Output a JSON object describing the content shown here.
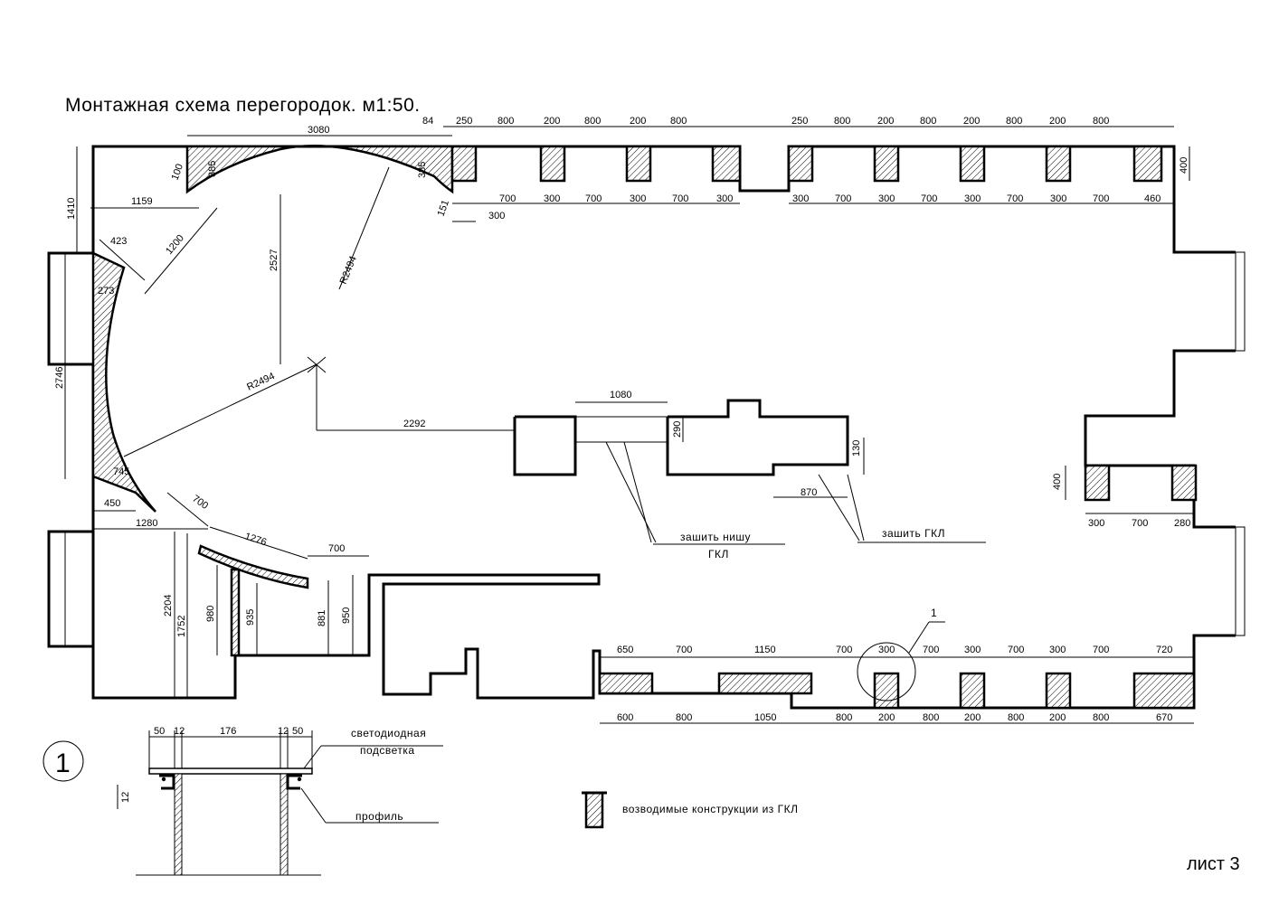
{
  "title": "Монтажная схема перегородок. м1:50.",
  "sheet_label": "лист 3",
  "legend": {
    "text": "возводимые конструкции из ГКЛ"
  },
  "notes": {
    "niche_line1": "зашить нишу",
    "niche_line2": "ГКЛ",
    "gkl": "зашить ГКЛ",
    "led_line1": "светодиодная",
    "led_line2": "подсветка",
    "profile": "профиль",
    "callout_ref": "1",
    "detail_number": "1"
  },
  "dims": {
    "top_left_3080": "3080",
    "top_84": "84",
    "top_250a": "250",
    "top_800a": "800",
    "top_200a": "200",
    "top_800b": "800",
    "top_200b": "200",
    "top_800c": "800",
    "top_250b": "250",
    "top_800d": "800",
    "top_200c": "200",
    "top_800e": "800",
    "top_200d": "200",
    "top_800f": "800",
    "top_200e": "200",
    "top_800g": "800",
    "top_700a": "700",
    "top_300a": "300",
    "top_700b": "700",
    "top_300b": "300",
    "top_700c": "700",
    "top_300c": "300",
    "top_300d": "300",
    "top_300e": "300",
    "top_700d": "700",
    "top_300f": "300",
    "top_700e": "700",
    "top_300g": "300",
    "top_700f": "700",
    "top_300h": "300",
    "top_700g": "700",
    "top_460": "460",
    "right_400": "400",
    "left_1410": "1410",
    "left_1159": "1159",
    "left_100": "100",
    "left_385": "385",
    "left_385b": "385",
    "left_151": "151",
    "left_423": "423",
    "left_1200": "1200",
    "left_273": "273",
    "left_2527": "2527",
    "r_top": "R2494",
    "r_mid": "R2494",
    "left_2746": "2746",
    "left_745": "745",
    "left_450": "450",
    "left_1280": "1280",
    "left_700": "700",
    "left_1276": "1276",
    "left_700b": "700",
    "c_2292": "2292",
    "c_1080": "1080",
    "c_290": "290",
    "c_130": "130",
    "c_870": "870",
    "bl_2204": "2204",
    "bl_1752": "1752",
    "bl_980": "980",
    "bl_935": "935",
    "bl_881": "881",
    "bl_950": "950",
    "r_400": "400",
    "r_300": "300",
    "r_700": "700",
    "r_280": "280",
    "b_650": "650",
    "b_700a": "700",
    "b_1150": "1150",
    "b_700b": "700",
    "b_300a": "300",
    "b_700c": "700",
    "b_300b": "300",
    "b_700d": "700",
    "b_300c": "300",
    "b_700e": "700",
    "b_720": "720",
    "b_600": "600",
    "b_800a": "800",
    "b_1050": "1050",
    "b_800b": "800",
    "b_200a": "200",
    "b_800c": "800",
    "b_200b": "200",
    "b_800d": "800",
    "b_200c": "200",
    "b_800e": "800",
    "b_670": "670",
    "d_50a": "50",
    "d_12a": "12",
    "d_176": "176",
    "d_12b": "12",
    "d_50b": "50",
    "d_12c": "12"
  }
}
